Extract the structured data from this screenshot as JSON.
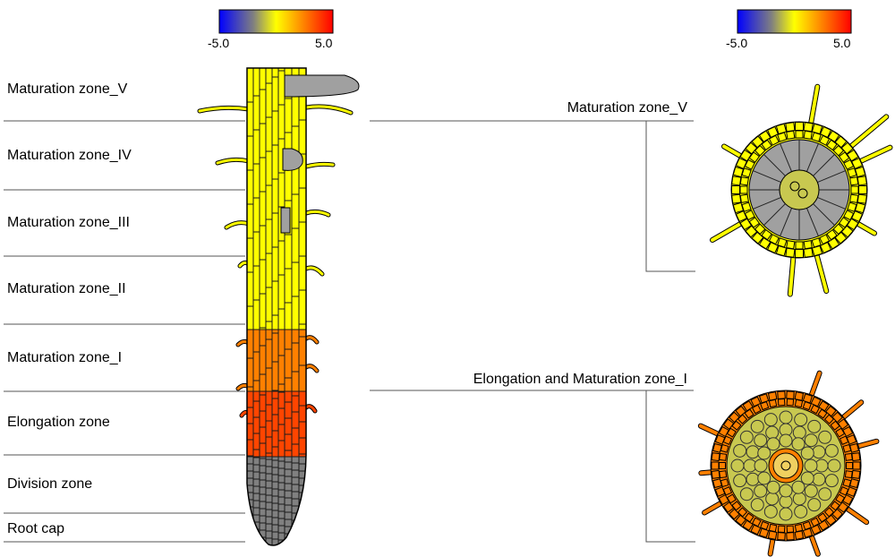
{
  "colorbar": {
    "min_label": "-5.0",
    "max_label": "5.0",
    "stops": [
      "#0000ff",
      "#808080",
      "#ffff00",
      "#ff0000"
    ]
  },
  "left_labels": [
    "Maturation zone_V",
    "Maturation zone_IV",
    "Maturation zone_III",
    "Maturation zone_II",
    "Maturation zone_I",
    "Elongation zone",
    "Division zone",
    "Root cap"
  ],
  "right_labels": [
    "Maturation zone_V",
    "Elongation and Maturation zone_I"
  ],
  "zone_colors": {
    "maturation": "#ffff00",
    "maturation_I": "#ff8000",
    "elongation": "#ff4500",
    "division": "#808080",
    "no_data": "#a0a0a0",
    "stele": "#c8c850"
  }
}
